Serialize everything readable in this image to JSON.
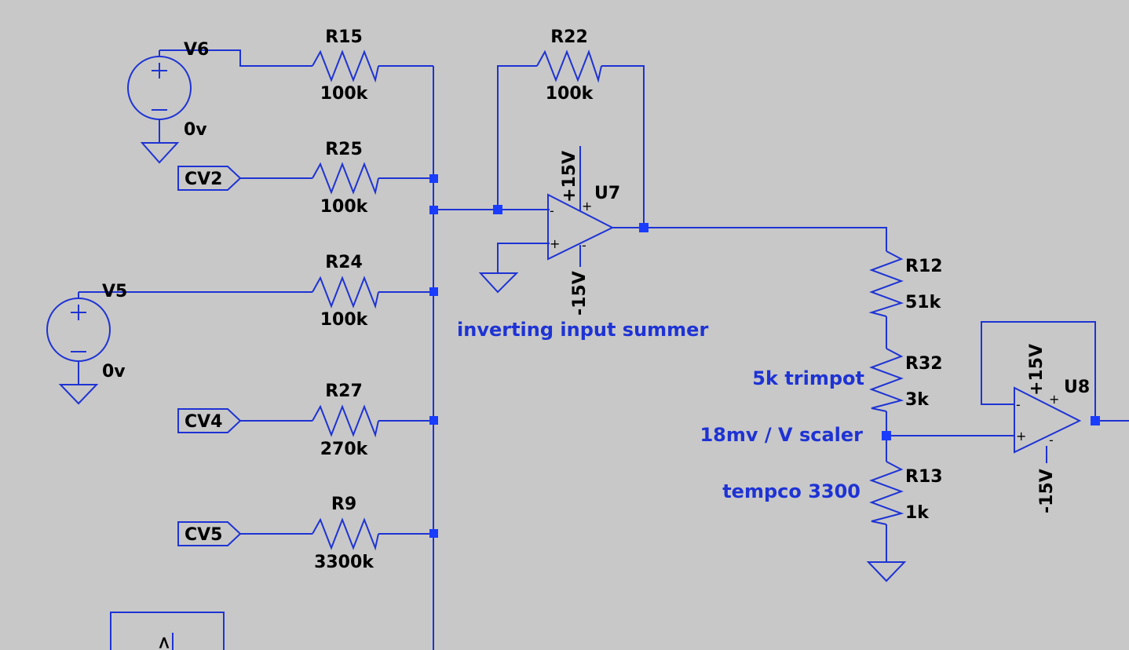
{
  "colors": {
    "background": "#c8c8c8",
    "wire": "#1e33d4",
    "junction": "#1a3cff",
    "text": "#000000",
    "annotation": "#1e33d4"
  },
  "sources": [
    {
      "name": "V6",
      "value": "0v"
    },
    {
      "name": "V5",
      "value": "0v"
    }
  ],
  "resistors": [
    {
      "name": "R15",
      "value": "100k"
    },
    {
      "name": "R22",
      "value": "100k"
    },
    {
      "name": "R25",
      "value": "100k"
    },
    {
      "name": "R24",
      "value": "100k"
    },
    {
      "name": "R27",
      "value": "270k"
    },
    {
      "name": "R9",
      "value": "3300k"
    },
    {
      "name": "R12",
      "value": "51k"
    },
    {
      "name": "R32",
      "value": "3k"
    },
    {
      "name": "R13",
      "value": "1k"
    }
  ],
  "ports": [
    "CV2",
    "CV4",
    "CV5"
  ],
  "opamps": [
    {
      "name": "U7",
      "vpos": "+15V",
      "vneg": "-15V",
      "plus": "+",
      "minus": "-"
    },
    {
      "name": "U8",
      "vpos": "+15V",
      "vneg": "-15V",
      "plus": "+",
      "minus": "-"
    }
  ],
  "annotations": {
    "summer": "inverting input summer",
    "trimpot": "5k trimpot",
    "scaler": "18mv / V scaler",
    "tempco": "tempco 3300"
  },
  "partial_symbol_text": ">",
  "icons": {
    "source": "voltage-source-icon",
    "ground": "ground-icon",
    "resistor": "resistor-icon",
    "opamp": "opamp-icon",
    "port": "net-label-icon"
  }
}
